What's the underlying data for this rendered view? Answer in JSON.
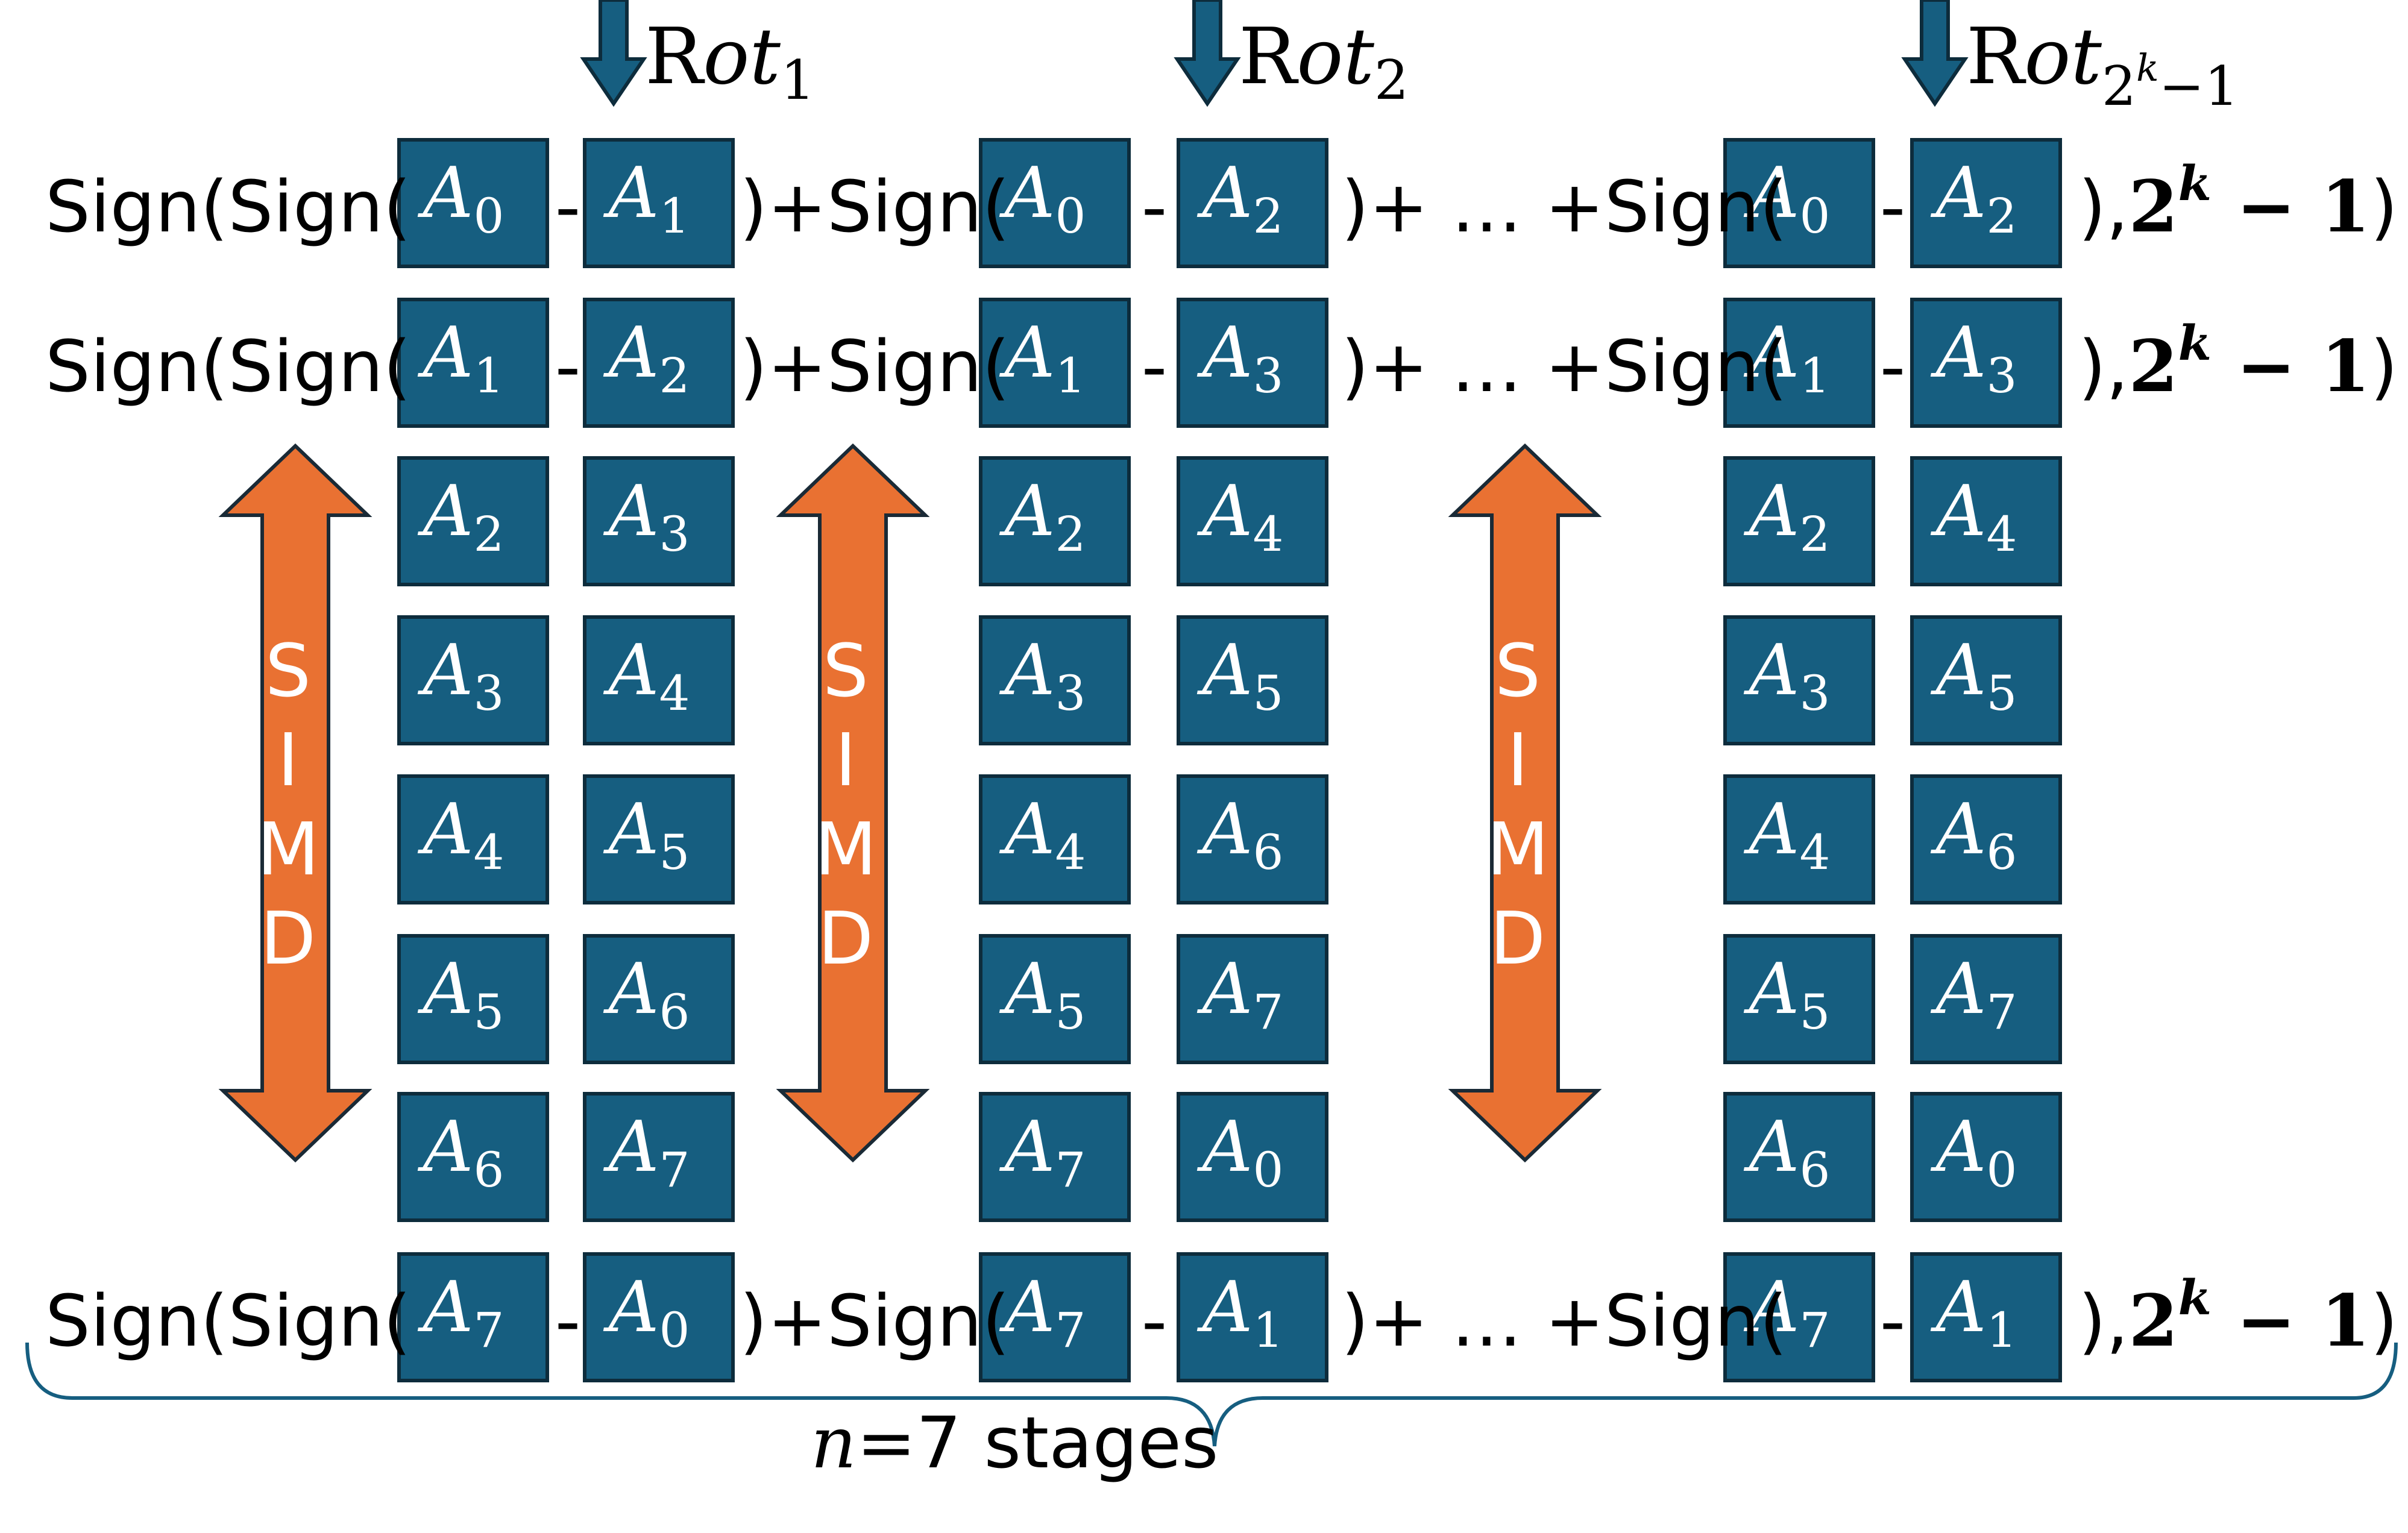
{
  "colors": {
    "box_fill": "#165e80",
    "box_stroke": "#0d2c3c",
    "box_text": "#ffffff",
    "arrow_fill": "#e97132",
    "arrow_stroke": "#1a2a36",
    "down_arrow": "#165e80",
    "brace": "#165e80",
    "text": "#000000"
  },
  "rotations": [
    {
      "base": "Rot",
      "sub": "1"
    },
    {
      "base": "Rot",
      "sub": "2"
    },
    {
      "base": "Rot",
      "sub_base": "2",
      "sub_sup": "k",
      "sub_rest": "−1"
    }
  ],
  "cell_prefix": "A",
  "column_pairs": [
    {
      "left": [
        "0",
        "1",
        "2",
        "3",
        "4",
        "5",
        "6",
        "7"
      ],
      "right": [
        "1",
        "2",
        "3",
        "4",
        "5",
        "6",
        "7",
        "0"
      ]
    },
    {
      "left": [
        "0",
        "1",
        "2",
        "3",
        "4",
        "5",
        "7",
        "7"
      ],
      "right": [
        "2",
        "3",
        "4",
        "5",
        "6",
        "7",
        "0",
        "1"
      ]
    },
    {
      "left": [
        "0",
        "1",
        "2",
        "3",
        "4",
        "5",
        "6",
        "7"
      ],
      "right": [
        "2",
        "3",
        "4",
        "5",
        "6",
        "7",
        "0",
        "1"
      ]
    }
  ],
  "formula": {
    "start": "Sign(Sign(",
    "minus": "-",
    "plus_sign": ")+Sign(",
    "ellipsis": ")+ … +Sign(",
    "end_open": "),",
    "end_base": "2",
    "end_sup": "k",
    "end_rest": "− 1",
    "end_close": ")"
  },
  "simd_letters": [
    "S",
    "I",
    "M",
    "D"
  ],
  "footer": {
    "var": "n",
    "rest": "=7 stages"
  }
}
